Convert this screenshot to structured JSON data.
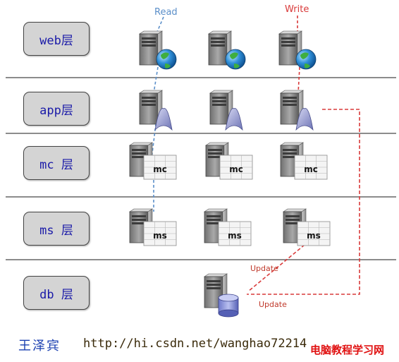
{
  "layers": [
    {
      "label": "web层"
    },
    {
      "label": "app层"
    },
    {
      "label": "mc 层"
    },
    {
      "label": "ms 层"
    },
    {
      "label": "db 层"
    }
  ],
  "flows": {
    "read": {
      "label": "Read",
      "color": "#5b8fc9"
    },
    "write": {
      "label": "Write",
      "color": "#d93a3a"
    },
    "update_upper": "Update",
    "update_lower": "Update"
  },
  "server_badges": {
    "web": "globe-icon",
    "app": "app-icon",
    "mc": "mc",
    "ms": "ms",
    "db": "database-icon"
  },
  "footer": {
    "author": "王泽宾",
    "url": "http://hi.csdn.net/wanghao72214",
    "watermark": "电脑教程学习网"
  }
}
